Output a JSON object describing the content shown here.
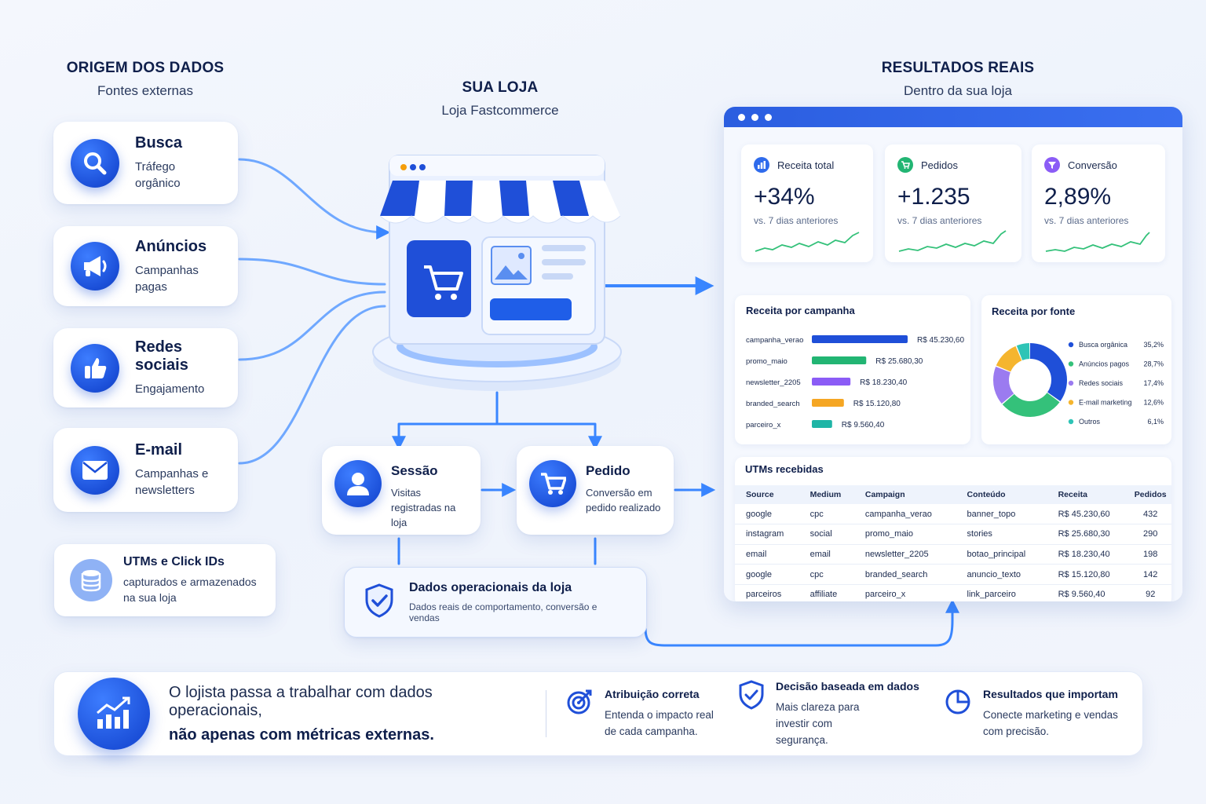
{
  "headings": {
    "origin": {
      "title": "ORIGEM DOS DADOS",
      "subtitle": "Fontes externas"
    },
    "store": {
      "title": "SUA LOJA",
      "subtitle": "Loja Fastcommerce"
    },
    "results": {
      "title": "RESULTADOS REAIS",
      "subtitle": "Dentro da sua loja"
    }
  },
  "sources": [
    {
      "title": "Busca",
      "subtitle": "Tráfego orgânico",
      "icon": "search-icon"
    },
    {
      "title": "Anúncios",
      "subtitle": "Campanhas pagas",
      "icon": "megaphone-icon"
    },
    {
      "title": "Redes sociais",
      "subtitle": "Engajamento",
      "icon": "thumbs-up-icon"
    },
    {
      "title": "E-mail",
      "subtitle": "Campanhas e newsletters",
      "icon": "envelope-icon"
    }
  ],
  "utm_card": {
    "title": "UTMs e Click IDs",
    "subtitle": "capturados e armazenados na sua loja",
    "icon": "database-icon"
  },
  "process": {
    "session": {
      "title": "Sessão",
      "subtitle": "Visitas registradas na loja",
      "icon": "user-icon"
    },
    "order": {
      "title": "Pedido",
      "subtitle": "Conversão em pedido realizado",
      "icon": "cart-icon"
    },
    "ops": {
      "title": "Dados operacionais da loja",
      "subtitle": "Dados reais de comportamento, conversão e vendas",
      "icon": "shield-check-icon"
    }
  },
  "dashboard": {
    "kpis": [
      {
        "label": "Receita total",
        "value": "+34%",
        "sub": "vs. 7 dias anteriores",
        "icon": "revenue-icon",
        "color": "#2f6bec"
      },
      {
        "label": "Pedidos",
        "value": "+1.235",
        "sub": "vs. 7 dias anteriores",
        "icon": "cart-icon",
        "color": "#22b573"
      },
      {
        "label": "Conversão",
        "value": "2,89%",
        "sub": "vs. 7 dias anteriores",
        "icon": "funnel-icon",
        "color": "#8b5cf6"
      }
    ],
    "campaign_title": "Receita por campanha",
    "source_title": "Receita por fonte",
    "utm_title": "UTMs recebidas",
    "utm_table": {
      "headers": [
        "Source",
        "Medium",
        "Campaign",
        "Conteúdo",
        "Receita",
        "Pedidos"
      ],
      "rows": [
        [
          "google",
          "cpc",
          "campanha_verao",
          "banner_topo",
          "R$ 45.230,60",
          "432"
        ],
        [
          "instagram",
          "social",
          "promo_maio",
          "stories",
          "R$ 25.680,30",
          "290"
        ],
        [
          "email",
          "email",
          "newsletter_2205",
          "botao_principal",
          "R$ 18.230,40",
          "198"
        ],
        [
          "google",
          "cpc",
          "branded_search",
          "anuncio_texto",
          "R$ 15.120,80",
          "142"
        ],
        [
          "parceiros",
          "affiliate",
          "parceiro_x",
          "link_parceiro",
          "R$ 9.560,40",
          "92"
        ]
      ]
    }
  },
  "chart_data": [
    {
      "type": "bar",
      "title": "Receita por campanha",
      "categories": [
        "campanha_verao",
        "promo_maio",
        "newsletter_2205",
        "branded_search",
        "parceiro_x"
      ],
      "values": [
        45230.6,
        25680.3,
        18230.4,
        15120.8,
        9560.4
      ],
      "labels": [
        "R$ 45.230,60",
        "R$ 25.680,30",
        "R$ 18.230,40",
        "R$ 15.120,80",
        "R$ 9.560,40"
      ],
      "colors": [
        "#1f4fd8",
        "#22b573",
        "#8b5cf6",
        "#f5a623",
        "#1fb5a6"
      ]
    },
    {
      "type": "pie",
      "title": "Receita por fonte",
      "categories": [
        "Busca orgânica",
        "Anúncios pagos",
        "Redes sociais",
        "E-mail marketing",
        "Outros"
      ],
      "values": [
        35.2,
        28.7,
        17.4,
        12.6,
        6.1
      ],
      "labels": [
        "35,2%",
        "28,7%",
        "17,4%",
        "12,6%",
        "6,1%"
      ],
      "colors": [
        "#1f4fd8",
        "#34c17a",
        "#9b7bf0",
        "#f5b52e",
        "#2ec4b6"
      ],
      "legend": "right"
    }
  ],
  "banner": {
    "line1": "O lojista passa a trabalhar com dados operacionais,",
    "line2": "não apenas com métricas externas.",
    "benefits": [
      {
        "title": "Atribuição correta",
        "subtitle": "Entenda o impacto real de cada campanha.",
        "icon": "target-icon"
      },
      {
        "title": "Decisão baseada em dados",
        "subtitle": "Mais clareza para investir com segurança.",
        "icon": "shield-check-icon"
      },
      {
        "title": "Resultados que importam",
        "subtitle": "Conecte marketing e vendas com precisão.",
        "icon": "pie-chart-icon"
      }
    ]
  },
  "colors": {
    "primary": "#1f4fd8",
    "accent": "#3a86ff",
    "background": "#f2f6fd",
    "text": "#0f1f4b"
  }
}
